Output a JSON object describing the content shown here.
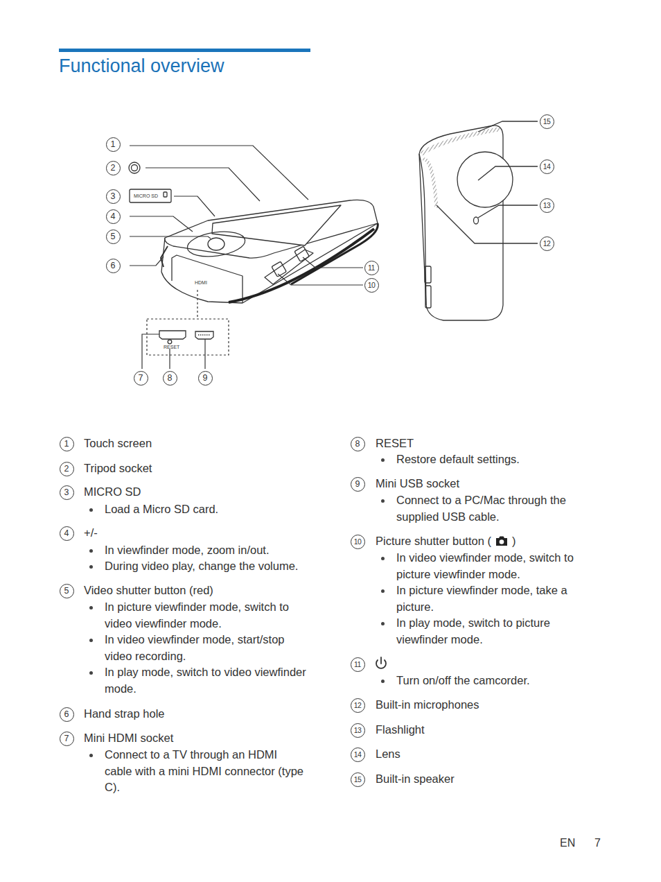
{
  "diagram": {
    "title": "Functional overview",
    "labels": [
      "1",
      "2",
      "3",
      "MICRO SD",
      "4",
      "5",
      "6",
      "15",
      "14",
      "13",
      "12",
      "11",
      "10",
      "HDMI",
      "RESET",
      "7",
      "8",
      "9",
      "1",
      "Touch screen",
      "2",
      "Tripod socket",
      "3",
      "MICRO SD",
      "Load a Micro SD card.",
      "4",
      "+/-",
      "In viewfinder mode, zoom in/out.",
      "During video play, change the volume.",
      "5",
      "Video shutter button (red)",
      "In picture viewfinder mode, switch to video viewfinder mode.",
      "In video viewfinder mode, start/stop video recording.",
      "In play mode, switch to video viewfinder mode.",
      "6",
      "Hand strap hole",
      "7",
      "Mini HDMI socket",
      "Connect to a TV through an HDMI cable with a mini HDMI connector (type C).",
      "8",
      "RESET",
      "Restore default settings.",
      "9",
      "Mini USB socket",
      "Connect to a PC/Mac through the supplied USB cable.",
      "10",
      "Picture shutter button (",
      ")",
      "In video viewfinder mode, switch to picture viewfinder mode.",
      "In picture viewfinder mode, take a picture.",
      "In play mode, switch to picture viewfinder mode.",
      "11",
      "Turn on/off the camcorder.",
      "12",
      "Built-in microphones",
      "13",
      "Flashlight",
      "14",
      "Lens",
      "15",
      "Built-in speaker",
      "EN",
      "7"
    ]
  }
}
